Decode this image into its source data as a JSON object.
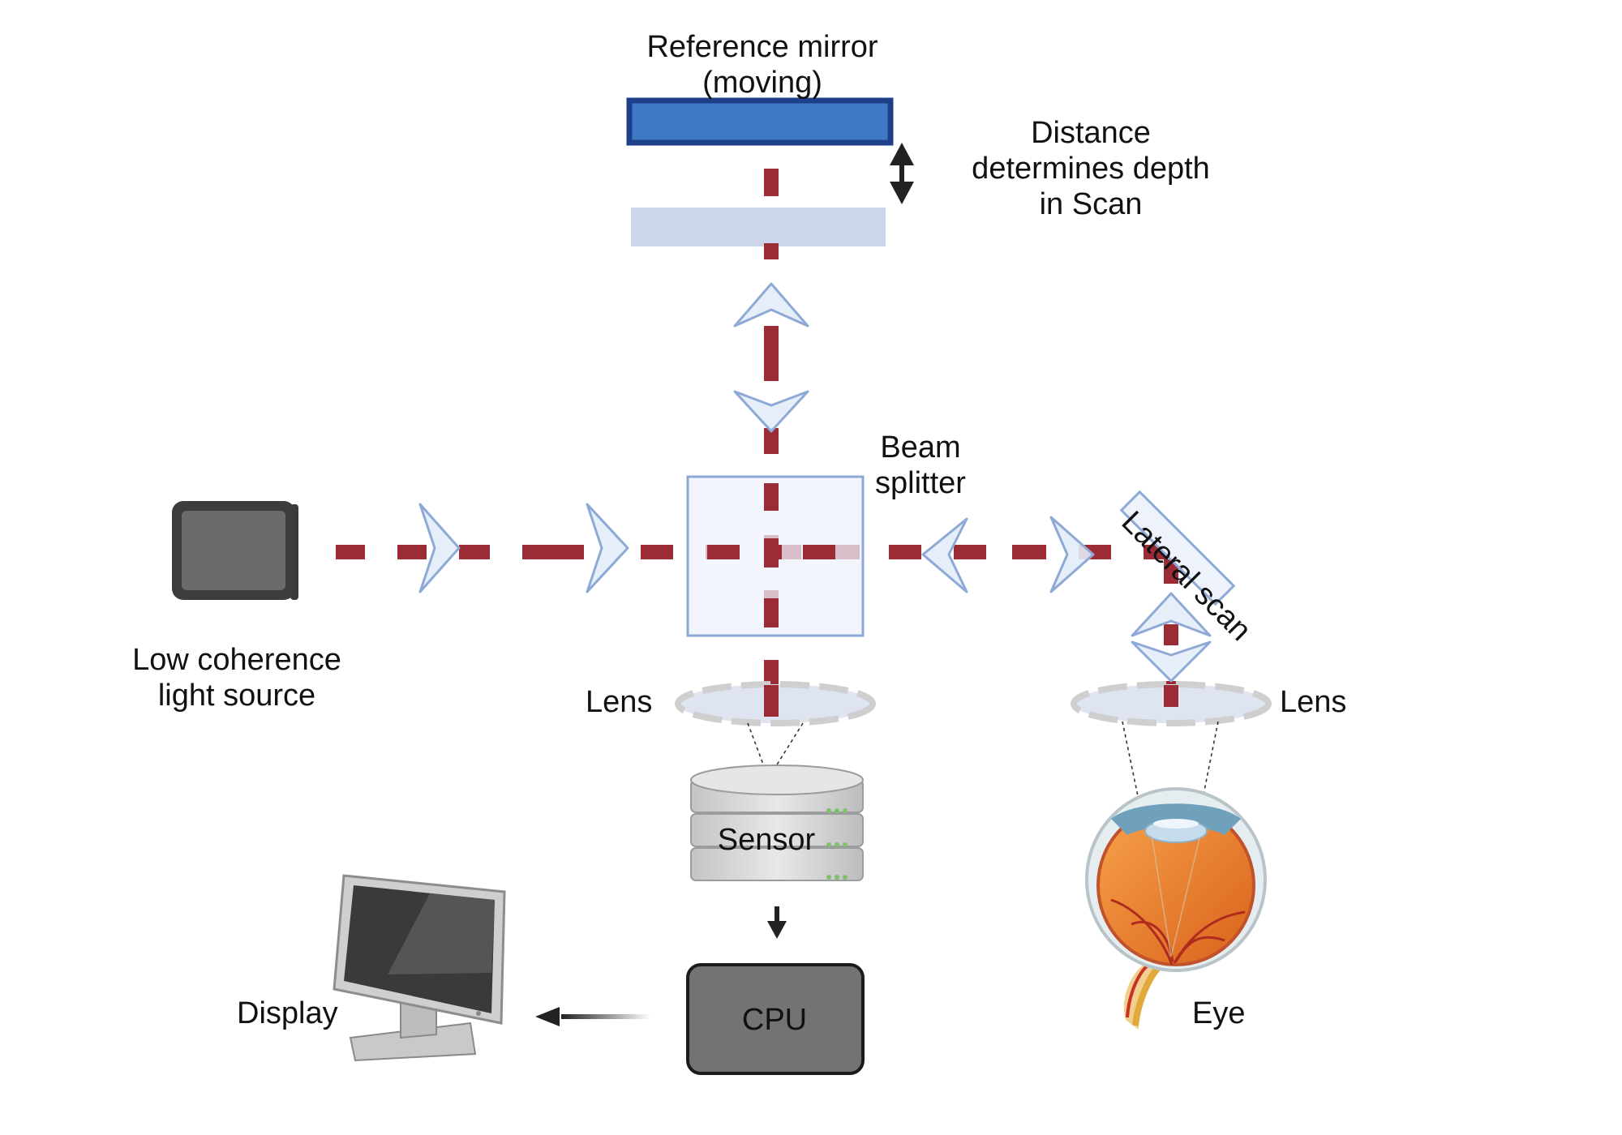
{
  "labels": {
    "reference_mirror": [
      "Reference mirror",
      "(moving)"
    ],
    "distance_note": [
      "Distance",
      "determines depth",
      "in Scan"
    ],
    "beam_splitter": [
      "Beam",
      "splitter"
    ],
    "lateral_scan": "Lateral scan",
    "light_source": [
      "Low coherence",
      "light source"
    ],
    "lens_left": "Lens",
    "lens_right": "Lens",
    "sensor": "Sensor",
    "cpu": "CPU",
    "display": "Display",
    "eye": "Eye"
  },
  "icons": [
    "light-source-icon",
    "mirror-icon",
    "beam-splitter-icon",
    "lens-icon",
    "sensor-icon",
    "cpu-icon",
    "monitor-icon",
    "eye-icon",
    "arrow-icon"
  ],
  "colors": {
    "beam": "#9b2b35",
    "mirror_dark": "#1e3f8a",
    "mirror_fill": "#3f79c6",
    "mirror_ghost": "#ccd5ea",
    "chevron_stroke": "#8fa9d6",
    "chevron_fill": "#e3ecf8",
    "splitter_fill": "#edf2fb",
    "lens_fill": "#dfe4f1",
    "cpu_fill": "#737373"
  }
}
